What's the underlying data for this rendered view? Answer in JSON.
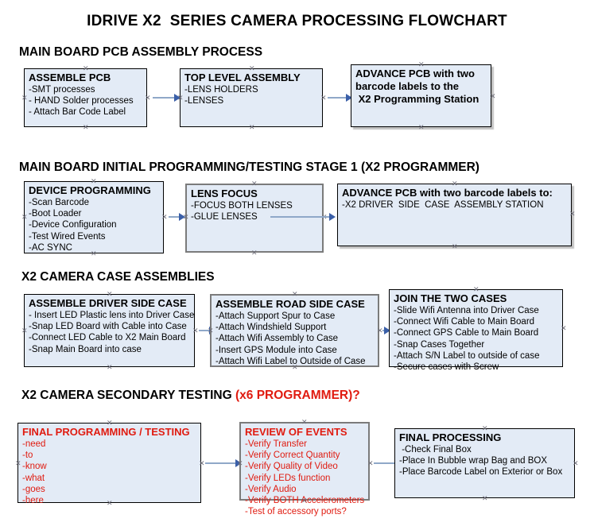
{
  "document": {
    "title": "IDRIVE X2  SERIES CAMERA PROCESSING FLOWCHART"
  },
  "colors": {
    "node_fill": "#e3ebf6",
    "node_border": "#000000",
    "node_border_gray": "#7b7b7b",
    "accent_red": "#e01b10",
    "connector_line": "#8fa8c8",
    "connector_head": "#3a5fa8",
    "text": "#000000"
  },
  "sections": [
    {
      "heading": "MAIN BOARD PCB ASSEMBLY PROCESS",
      "heading_accent": "",
      "nodes": [
        {
          "title": "ASSEMBLE PCB",
          "lines": [
            "-SMT processes",
            "- HAND Solder processes",
            "- Attach Bar Code Label"
          ]
        },
        {
          "title": "TOP LEVEL ASSEMBLY",
          "lines": [
            "-LENS HOLDERS",
            "-LENSES"
          ]
        },
        {
          "title": "ADVANCE PCB with two",
          "lines": [
            "barcode labels to the",
            " X2 Programming Station"
          ]
        }
      ]
    },
    {
      "heading": "MAIN BOARD INITIAL PROGRAMMING/TESTING STAGE 1 (X2 PROGRAMMER)",
      "heading_accent": "",
      "nodes": [
        {
          "title": "DEVICE PROGRAMMING",
          "lines": [
            "-Scan Barcode",
            "-Boot Loader",
            "-Device Configuration",
            "-Test Wired Events",
            "-AC SYNC"
          ]
        },
        {
          "title": "LENS FOCUS",
          "lines": [
            "-FOCUS BOTH LENSES",
            "-GLUE LENSES"
          ]
        },
        {
          "title": "ADVANCE PCB with two barcode labels to:",
          "lines": [
            "-X2 DRIVER  SIDE  CASE  ASSEMBLY STATION"
          ]
        }
      ]
    },
    {
      "heading": "X2 CAMERA CASE ASSEMBLIES",
      "heading_accent": "",
      "nodes": [
        {
          "title": "ASSEMBLE DRIVER SIDE CASE",
          "lines": [
            "- Insert LED Plastic lens into Driver Case",
            "-Snap LED Board with Cable into Case",
            "-Connect LED Cable to X2 Main Board",
            "-Snap Main Board into case"
          ]
        },
        {
          "title": "ASSEMBLE ROAD SIDE CASE",
          "lines": [
            "-Attach Support Spur to Case",
            "-Attach Windshield Support",
            "-Attach Wifi Assembly to Case",
            "-Insert GPS Module into Case",
            "-Attach Wifi Label to Outside of Case"
          ]
        },
        {
          "title": "JOIN THE TWO CASES",
          "lines": [
            "-Slide Wifi Antenna into Driver Case",
            "-Connect Wifi Cable to Main Board",
            "-Connect GPS Cable to Main Board",
            "-Snap Cases Together",
            "-Attach S/N Label to outside of case",
            "-Secure cases with Screw"
          ]
        }
      ]
    },
    {
      "heading": "X2 CAMERA SECONDARY TESTING ",
      "heading_accent": "(x6 PROGRAMMER)?",
      "nodes": [
        {
          "title": "FINAL PROGRAMMING / TESTING",
          "lines": [
            "-need",
            "-to",
            "-know",
            "-what",
            "-goes",
            "-here"
          ]
        },
        {
          "title": "REVIEW OF EVENTS",
          "lines": [
            "-Verify Transfer",
            "-Verify Correct Quantity",
            "-Verify Quality of Video",
            "-Verify LEDs function",
            "-Verify Audio",
            "-Verify BOTH Accelerometers",
            "-Test of accessory ports?"
          ]
        },
        {
          "title": "FINAL PROCESSING",
          "lines": [
            " -Check Final Box",
            "-Place In Bubble wrap Bag and BOX",
            "-Place Barcode Label on Exterior or Box"
          ]
        }
      ]
    }
  ]
}
